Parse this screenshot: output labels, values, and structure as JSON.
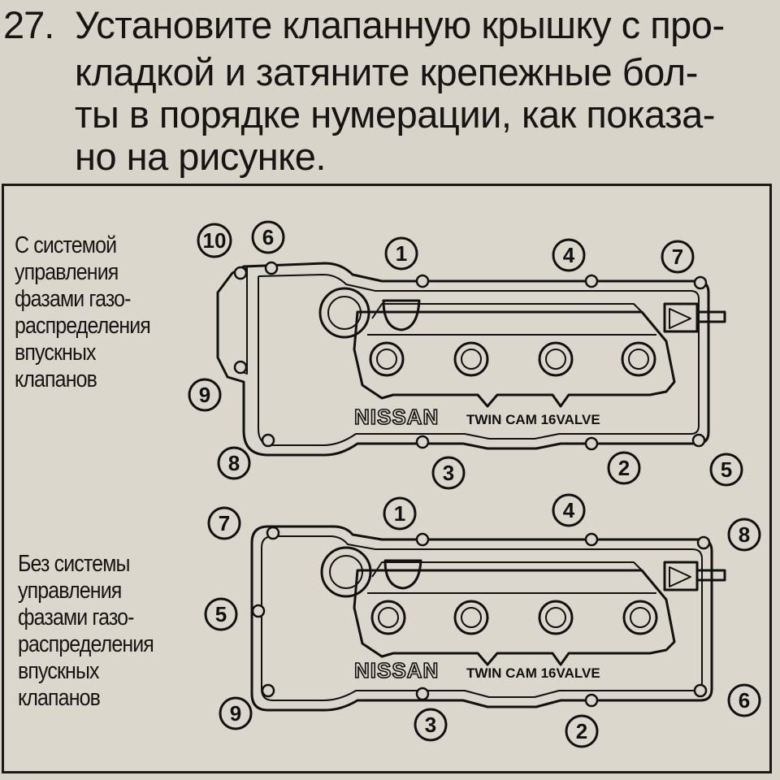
{
  "instruction": {
    "number": "27.",
    "lines": [
      "Установите клапанную крышку с про-",
      "кладкой и затяните крепежные бол-",
      "ты в порядке нумерации, как показа-",
      "но на рисунке."
    ]
  },
  "figure": {
    "top_caption": [
      "С системой",
      "управления",
      "фазами газо-",
      "распределения",
      "впускных",
      "клапанов"
    ],
    "bottom_caption": [
      "Без системы",
      "управления",
      "фазами газо-",
      "распределения",
      "впускных",
      "клапанов"
    ],
    "brand_main": "NISSAN",
    "brand_sub": "TWIN CAM 16VALVE",
    "top_bolts": [
      "1",
      "2",
      "3",
      "4",
      "5",
      "6",
      "7",
      "8",
      "9",
      "10"
    ],
    "bottom_bolts": [
      "1",
      "2",
      "3",
      "4",
      "5",
      "6",
      "7",
      "8",
      "9"
    ]
  }
}
